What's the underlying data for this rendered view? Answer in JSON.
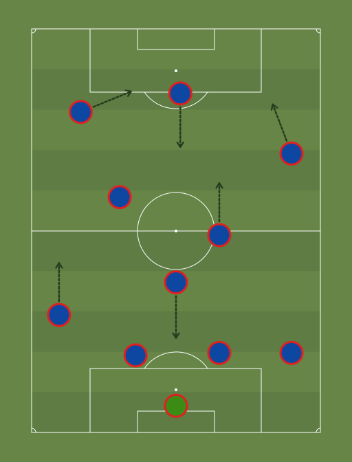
{
  "colors": {
    "background": "#668547",
    "stripe_dark": "#5e7c44",
    "lines": "#ffffff",
    "arrow": "#263a1c",
    "player_fill": "#0d47a1",
    "player_stroke": "#e02020",
    "goalkeeper_fill": "#3a8c15"
  },
  "players": [
    {
      "id": "gk",
      "role": "goalkeeper",
      "pitch_x": 0.5,
      "pitch_y": 0.934
    },
    {
      "id": "d1",
      "role": "outfield",
      "pitch_x": 0.36,
      "pitch_y": 0.809
    },
    {
      "id": "d2",
      "role": "outfield",
      "pitch_x": 0.65,
      "pitch_y": 0.803
    },
    {
      "id": "d3",
      "role": "outfield",
      "pitch_x": 0.9,
      "pitch_y": 0.803
    },
    {
      "id": "m1",
      "role": "outfield",
      "pitch_x": 0.095,
      "pitch_y": 0.709
    },
    {
      "id": "m2",
      "role": "outfield",
      "pitch_x": 0.5,
      "pitch_y": 0.628
    },
    {
      "id": "m3",
      "role": "outfield",
      "pitch_x": 0.65,
      "pitch_y": 0.511
    },
    {
      "id": "m4",
      "role": "outfield",
      "pitch_x": 0.305,
      "pitch_y": 0.417
    },
    {
      "id": "f1",
      "role": "outfield",
      "pitch_x": 0.9,
      "pitch_y": 0.309
    },
    {
      "id": "f2",
      "role": "outfield",
      "pitch_x": 0.17,
      "pitch_y": 0.206
    },
    {
      "id": "f3",
      "role": "outfield",
      "pitch_x": 0.515,
      "pitch_y": 0.16
    }
  ],
  "arrows": [
    {
      "from": "f2",
      "to_x": 0.345,
      "to_y": 0.155
    },
    {
      "from": "f3",
      "to_x": 0.515,
      "to_y": 0.293
    },
    {
      "from": "f1",
      "to_x": 0.835,
      "to_y": 0.187
    },
    {
      "from": "m3",
      "to_x": 0.65,
      "to_y": 0.382
    },
    {
      "from": "m1",
      "to_x": 0.095,
      "to_y": 0.58
    },
    {
      "from": "m2",
      "to_x": 0.5,
      "to_y": 0.766
    }
  ]
}
